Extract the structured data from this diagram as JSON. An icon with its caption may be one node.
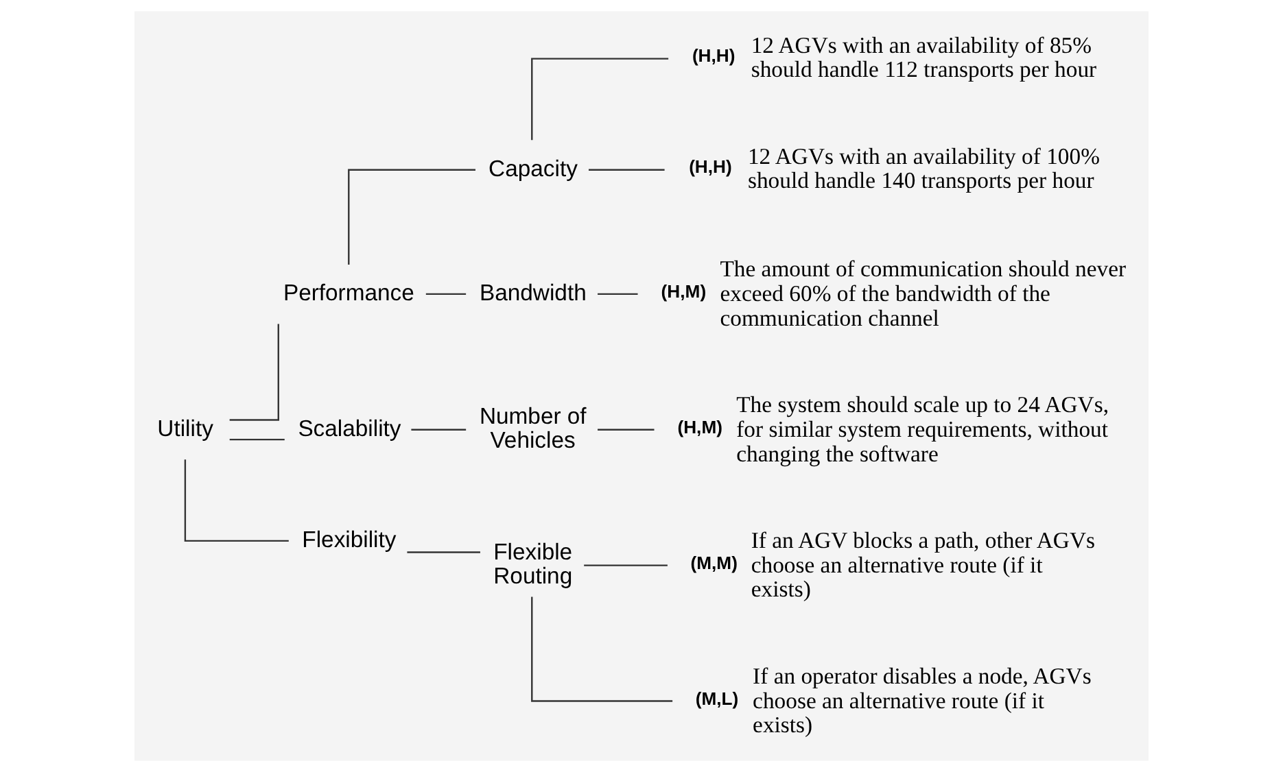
{
  "diagram": {
    "nodes": [
      {
        "text": [
          "Utility"
        ]
      },
      {
        "text": [
          "Performance"
        ]
      },
      {
        "text": [
          "Scalability"
        ]
      },
      {
        "text": [
          "Flexibility"
        ]
      },
      {
        "text": [
          "Capacity"
        ]
      },
      {
        "text": [
          "Bandwidth"
        ]
      },
      {
        "text": [
          "Number of Vehicles"
        ]
      },
      {
        "text": [
          "Flexible Routing"
        ]
      },
      {
        "text": [
          "(H,H)"
        ],
        "beside": [
          "12 AGVs with an availability of 85% should handle 112 transports per hour"
        ]
      },
      {
        "text": [
          "(H,H)"
        ],
        "beside": [
          "12 AGVs with an availability of 100% should handle 140 transports per hour"
        ]
      },
      {
        "text": [
          "(H,M)"
        ],
        "beside": [
          "The amount of communication should never exceed 60% of the bandwidth of the communication channel"
        ]
      },
      {
        "text": [
          "(H,M)"
        ],
        "beside": [
          "The system should scale up to 24 AGVs, for similar system requirements, without changing the software"
        ]
      },
      {
        "text": [
          "(M,M)"
        ],
        "beside": [
          "If an AGV blocks a path, other AGVs choose an alternative route (if it exists)"
        ]
      },
      {
        "text": [
          "(M,L)"
        ],
        "beside": [
          "If an operator disables a node, AGVs choose an alternative route (if it exists)"
        ]
      }
    ],
    "edges": [
      {
        "from": 0,
        "to": 1,
        "arrow": "none"
      },
      {
        "from": 0,
        "to": 2,
        "arrow": "none"
      },
      {
        "from": 0,
        "to": 3,
        "arrow": "none"
      },
      {
        "from": 1,
        "to": 4,
        "arrow": "none"
      },
      {
        "from": 1,
        "to": 5,
        "arrow": "none"
      },
      {
        "from": 2,
        "to": 6,
        "arrow": "none"
      },
      {
        "from": 3,
        "to": 7,
        "arrow": "none"
      },
      {
        "from": 4,
        "to": 8,
        "arrow": "none"
      },
      {
        "from": 4,
        "to": 9,
        "arrow": "none"
      },
      {
        "from": 5,
        "to": 10,
        "arrow": "none"
      },
      {
        "from": 6,
        "to": 11,
        "arrow": "none"
      },
      {
        "from": 7,
        "to": 12,
        "arrow": "none"
      },
      {
        "from": 7,
        "to": 13,
        "arrow": "none"
      }
    ]
  }
}
